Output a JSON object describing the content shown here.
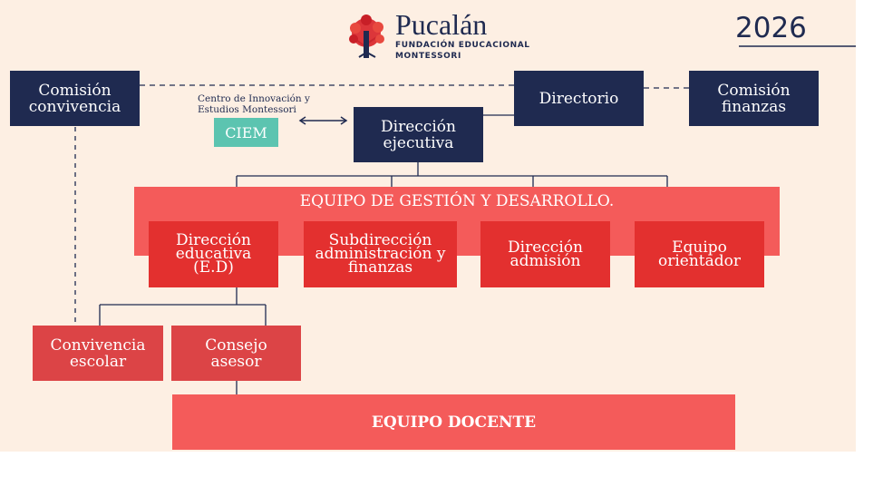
{
  "header": {
    "brand": "Pucalán",
    "brand_sub_1": "FUNDACIÓN EDUCACIONAL",
    "brand_sub_2": "MONTESSORI",
    "year": "2026",
    "logo_icon": "tree-icon"
  },
  "colors": {
    "background": "#fdefe3",
    "navy": "#1f2a50",
    "red": "#e3302f",
    "band": "#f45b5a",
    "teal": "#5cc4b0"
  },
  "nodes": {
    "comision_convivencia": "Comisión\nconvivencia",
    "directorio": "Directorio",
    "comision_finanzas": "Comisión\nfinanzas",
    "direccion_ejecutiva": "Dirección\nejecutiva",
    "ciem_caption": "Centro de Innovación y\nEstudios Montessori",
    "ciem": "CIEM",
    "equipo_gestion": "EQUIPO DE GESTIÓN Y DESARROLLO.",
    "direccion_educativa": "Dirección\neducativa\n(E.D)",
    "subdireccion": "Subdirección\nadministración y\nfinanzas",
    "direccion_admision": "Dirección\nadmisión",
    "equipo_orientador": "Equipo\norientador",
    "convivencia_escolar": "Convivencia\nescolar",
    "consejo_asesor": "Consejo\nasesor",
    "equipo_docente": "EQUIPO DOCENTE"
  }
}
